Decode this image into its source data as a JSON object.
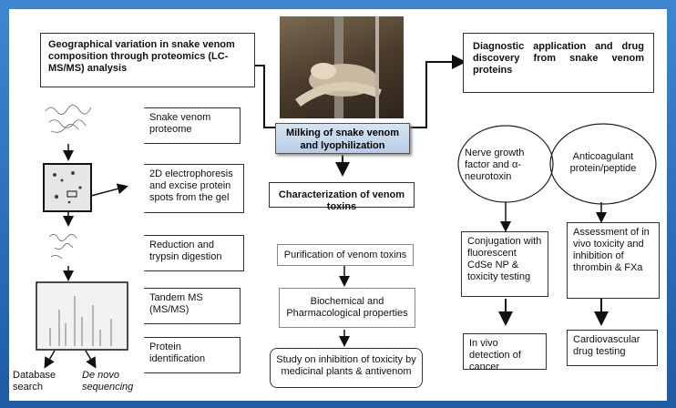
{
  "boxes": {
    "geo": "Geographical variation in snake venom composition through proteomics (LC-MS/MS) analysis",
    "diag": "Diagnostic application and drug discovery from snake venom proteins",
    "milking": "Milking of snake venom and lyophilization",
    "characterization": "Characterization of venom toxins",
    "venom_proteome": "Snake venom proteome",
    "electrophoresis": "2D electrophoresis and excise protein spots from the gel",
    "reduction": "Reduction and trypsin digestion",
    "tandem": "Tandem MS (MS/MS)",
    "protein_id": "Protein identification",
    "database": "Database search",
    "denovo": "De novo sequencing",
    "purification": "Purification of venom toxins",
    "biochemical": "Biochemical and Pharmacological properties",
    "inhibition": "Study on inhibition of toxicity by medicinal plants & antivenom",
    "ngf": "Nerve growth factor and α-neurotoxin",
    "anticoag": "Anticoagulant protein/peptide",
    "conjugation": "Conjugation with fluorescent CdSe NP & toxicity testing",
    "assessment": "Assessment of in vivo toxicity and inhibition of thrombin & FXa",
    "detection": "In vivo detection of cancer",
    "cardio": "Cardiovascular drug testing"
  },
  "colors": {
    "background": "#2b6cb9",
    "milking_fill": "#c8d9ee"
  }
}
